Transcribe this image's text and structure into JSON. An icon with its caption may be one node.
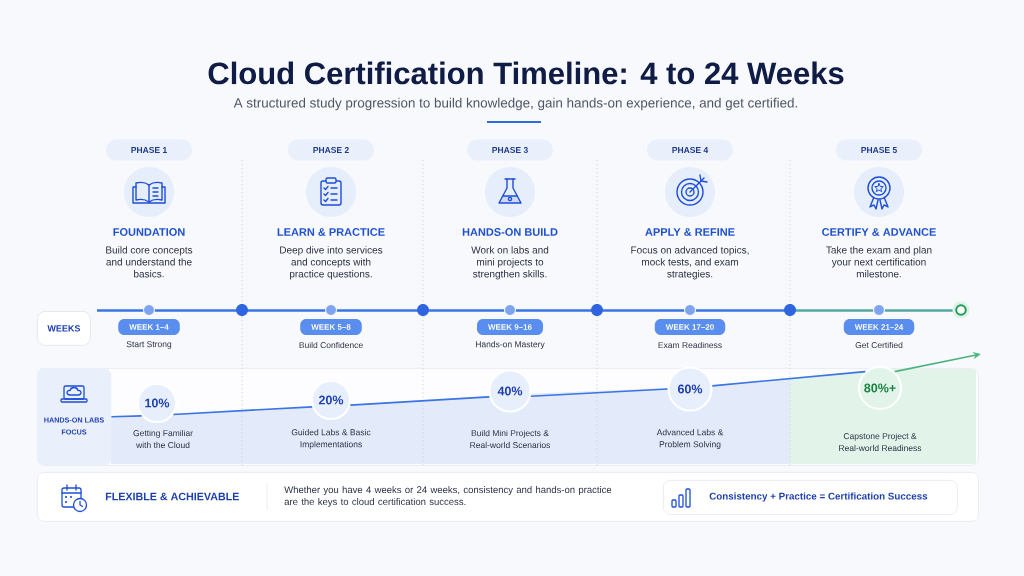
{
  "diagram": {
    "title": "Cloud Certification Timeline: 4 to 24 Weeks",
    "nodes": [
      {
        "text": [
          "PHASE 1"
        ]
      },
      {
        "text": [
          "PHASE 2"
        ]
      },
      {
        "text": [
          "PHASE 3"
        ]
      },
      {
        "text": [
          "PHASE 4"
        ]
      },
      {
        "text": [
          "PHASE 5"
        ]
      },
      {
        "text": [
          "WEEKS"
        ]
      },
      {
        "text": [
          "WEEK 1–4"
        ],
        "beside": [
          "Start Strong"
        ]
      },
      {
        "text": [
          "WEEK 5–8"
        ],
        "beside": [
          "Build Confidence"
        ]
      },
      {
        "text": [
          "WEEK 9–16"
        ],
        "beside": [
          "Hands-on Mastery"
        ]
      },
      {
        "text": [
          "WEEK 17–20"
        ],
        "beside": [
          "Exam Readiness"
        ]
      },
      {
        "text": [
          "WEEK 21–24"
        ],
        "beside": [
          "Get Certified"
        ]
      },
      {
        "text": [],
        "shape": "box"
      },
      {
        "text": [
          "HANDS-ON LABS FOCUS"
        ],
        "in": 11
      },
      {
        "text": [
          "10%"
        ],
        "in": 11,
        "beside": [
          "Getting Familiar with the Cloud"
        ]
      },
      {
        "text": [
          "20%"
        ],
        "in": 11,
        "beside": [
          "Guided Labs & Basic Implementations"
        ]
      },
      {
        "text": [
          "40%"
        ],
        "in": 11,
        "beside": [
          "Build Mini Projects & Real-world Scenarios"
        ]
      },
      {
        "text": [
          "60%"
        ],
        "in": 11,
        "beside": [
          "Advanced Labs & Problem Solving"
        ]
      },
      {
        "text": [
          "80%+"
        ],
        "in": 11,
        "beside": [
          "Capstone Project & Real-world Readiness"
        ]
      },
      {
        "text": [
          "FLEXIBLE & ACHIEVABLE",
          "Whether you have 4 weeks or 24 weeks, consistency and hands-on practice are the keys to cloud certification success."
        ]
      },
      {
        "text": [
          "Consistency + Practice = Certification Success"
        ],
        "in": 18
      }
    ],
    "edges": [
      {
        "from": 12,
        "to": 13,
        "arrow": "none"
      },
      {
        "from": 13,
        "to": 14,
        "arrow": "none"
      },
      {
        "from": 14,
        "to": 15,
        "arrow": "none"
      },
      {
        "from": 15,
        "to": 16,
        "arrow": "none"
      },
      {
        "from": 16,
        "to": 17,
        "arrow": "none"
      },
      {
        "from": 17,
        "to": null,
        "arrow": "to",
        "color": "#4cb57f"
      }
    ],
    "labels": [
      "A structured study progression to build knowledge, gain hands-on experience, and get certified.",
      "FOUNDATION",
      "Build core concepts and understand the basics.",
      "LEARN & PRACTICE",
      "Deep dive into services and concepts with practice questions.",
      "HANDS-ON BUILD",
      "Work on labs and mini projects to strengthen skills.",
      "APPLY & REFINE",
      "Focus on advanced topics, mock tests, and exam strategies.",
      "CERTIFY & ADVANCE",
      "Take the exam and plan your next certification milestone."
    ]
  }
}
